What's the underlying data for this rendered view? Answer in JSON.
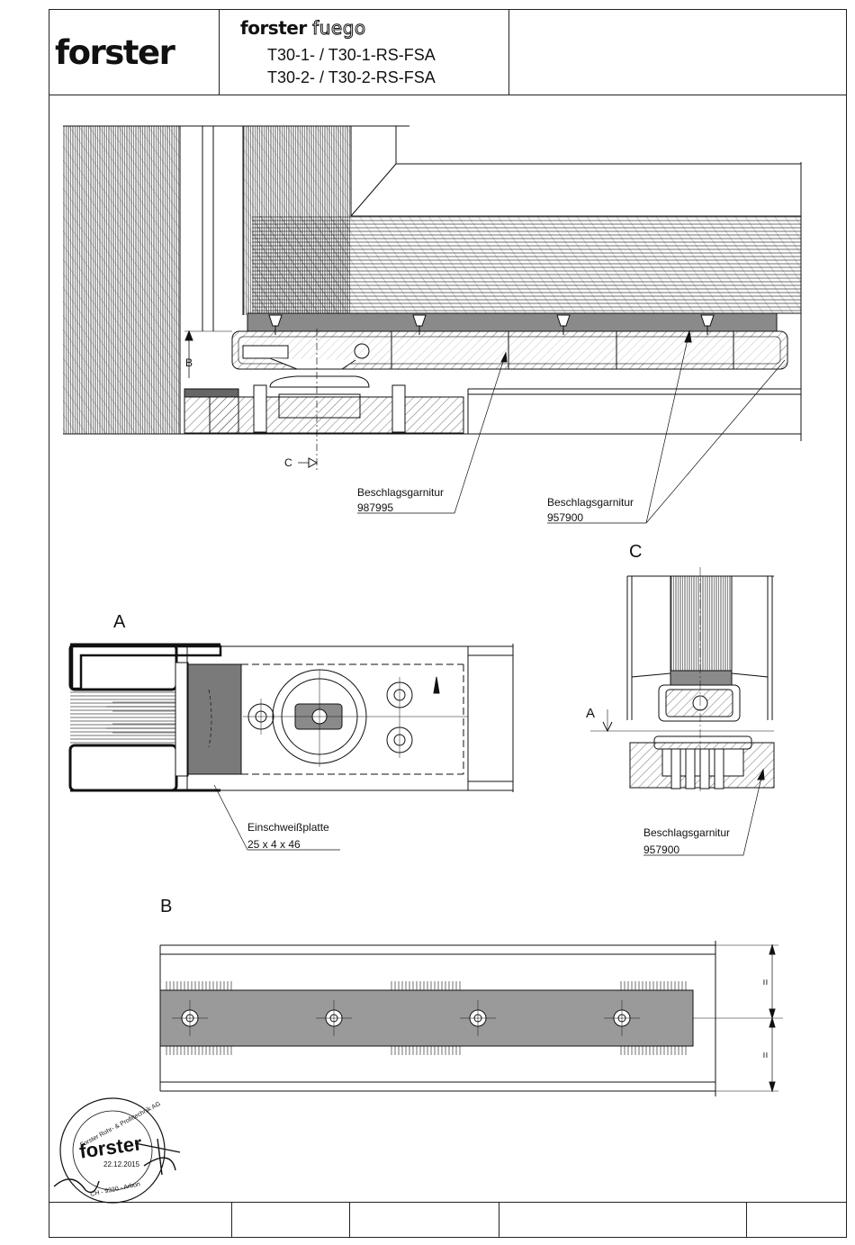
{
  "header": {
    "logo_text": "forster",
    "brand_primary": "forster",
    "brand_secondary": "fuego",
    "models": [
      "T30-1- / T30-1-RS-FSA",
      "T30-2- / T30-2-RS-FSA"
    ]
  },
  "views": {
    "section_a_label": "A",
    "section_b_label": "B",
    "section_c_label": "C",
    "marker_b": "B",
    "marker_c": "C",
    "marker_a": "A"
  },
  "callouts": {
    "c1_title": "Beschlagsgarnitur",
    "c1_code": "987995",
    "c2_title": "Beschlagsgarnitur",
    "c2_code": "957900",
    "c3_title": "Einschweißplatte",
    "c3_code": "25 x 4 x 46",
    "c4_title": "Beschlagsgarnitur",
    "c4_code": "957900"
  },
  "dimensions": {
    "equal_mark": "="
  },
  "stamp": {
    "ring_text": "Forster Rohr- & Profiltechnik AG",
    "logo": "forster",
    "date": "22.12.2015",
    "location": "CH - 9320 - Arbon"
  },
  "colors": {
    "line": "#111111",
    "fill_dark": "#7a7a7a",
    "fill_mid": "#9a9a9a"
  }
}
